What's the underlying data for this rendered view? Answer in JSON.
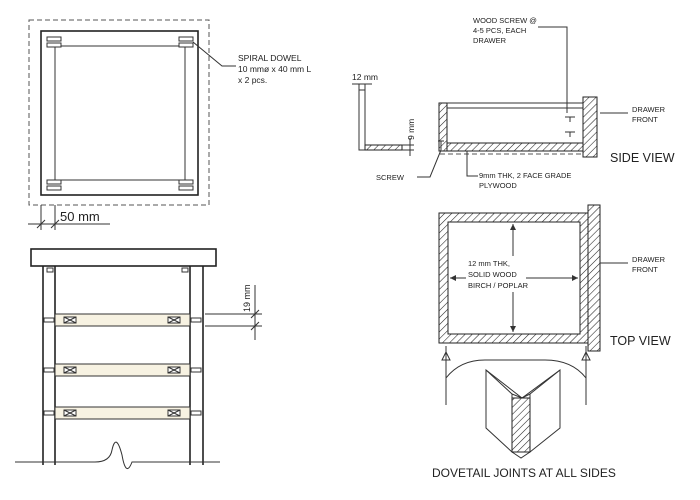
{
  "labels": {
    "spiral_dowel": [
      "SPIRAL DOWEL",
      "10 mmø  x  40 mm L",
      "x 2 pcs."
    ],
    "dim_50": "50 mm",
    "dim_19": "19 mm",
    "dim_12": "12 mm",
    "dim_9": "9 mm",
    "wood_screw": [
      "WOOD SCREW @",
      "4-5 PCS, EACH",
      "DRAWER"
    ],
    "drawer_front_side": [
      "DRAWER",
      "FRONT"
    ],
    "side_view": "SIDE VIEW",
    "screw": "SCREW",
    "plywood": [
      "9mm THK, 2 FACE GRADE",
      "PLYWOOD"
    ],
    "solid_wood": [
      "12 mm THK,",
      "SOLID WOOD",
      "BIRCH / POPLAR"
    ],
    "drawer_front_top": [
      "DRAWER",
      "FRONT"
    ],
    "top_view": "TOP VIEW",
    "dovetail": "DOVETAIL JOINTS AT ALL SIDES"
  },
  "colors": {
    "line": "#333333",
    "rail_fill": "#f7f2e2"
  }
}
